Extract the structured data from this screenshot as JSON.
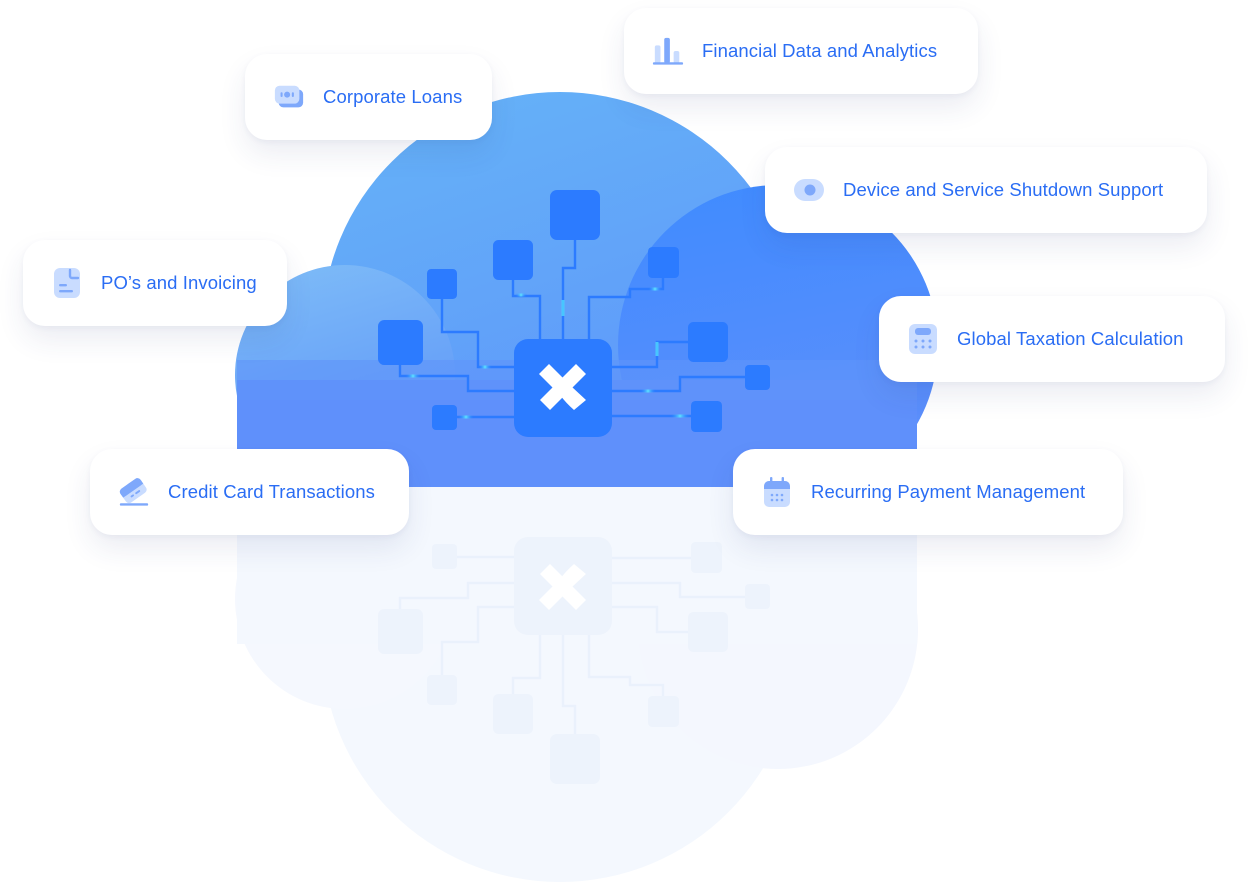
{
  "diagram": {
    "title": "Cloud integration hub",
    "hub_logo": "X",
    "colors": {
      "label_text": "#2a6df4",
      "node_fill": "#2c7bff",
      "icon_light": "#c9dcff",
      "icon_mid": "#7ea8fb",
      "cloud_top": "#66b4f7",
      "cloud_bottom": "#5b8ffb",
      "connector_glow": "#4fd9ff",
      "reflection": "#f3f7fd"
    },
    "features": [
      {
        "id": "financial-data",
        "label": "Financial Data and Analytics",
        "icon": "bar-chart-icon"
      },
      {
        "id": "corporate-loans",
        "label": "Corporate Loans",
        "icon": "banknote-icon"
      },
      {
        "id": "device-shutdown",
        "label": "Device and Service Shutdown Support",
        "icon": "toggle-dot-icon"
      },
      {
        "id": "pos-invoicing",
        "label": "PO’s and Invoicing",
        "icon": "document-icon"
      },
      {
        "id": "global-taxation",
        "label": "Global Taxation Calculation",
        "icon": "calculator-icon"
      },
      {
        "id": "credit-card",
        "label": "Credit Card Transactions",
        "icon": "credit-card-icon"
      },
      {
        "id": "recurring-payment",
        "label": "Recurring Payment Management",
        "icon": "calendar-icon"
      }
    ]
  }
}
